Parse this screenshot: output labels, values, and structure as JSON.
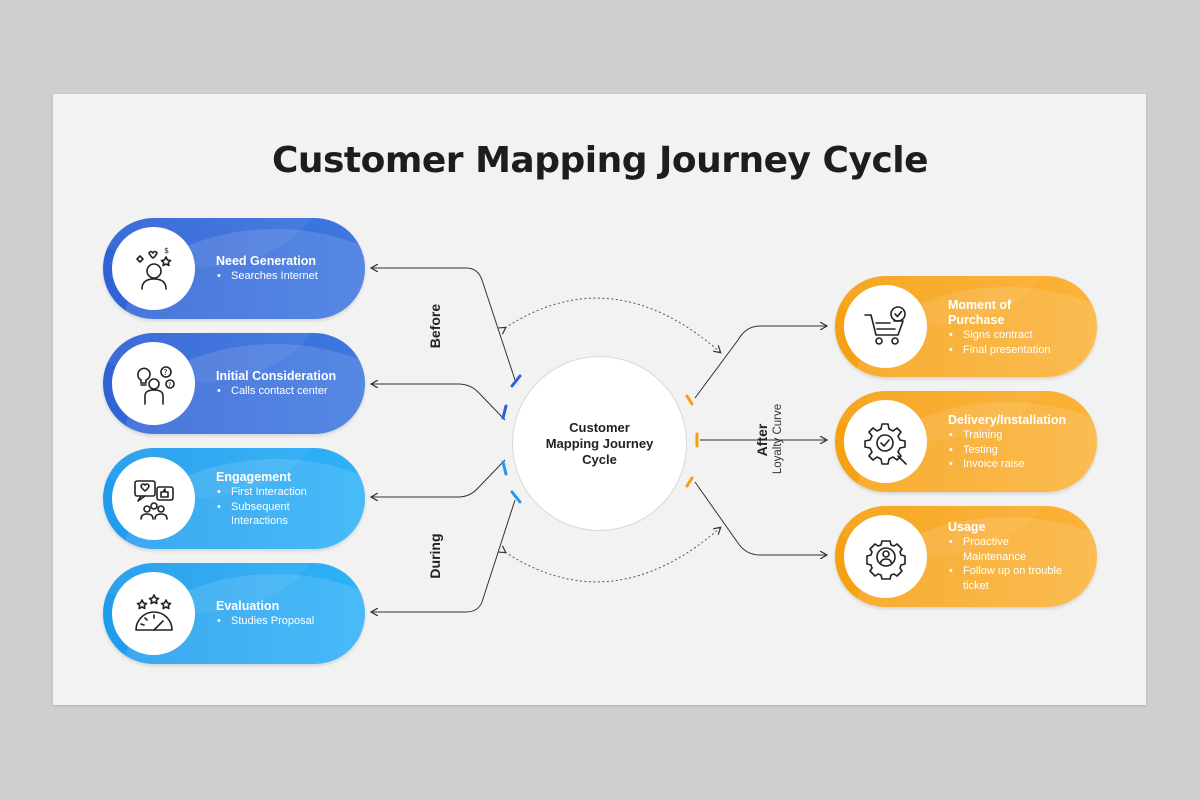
{
  "title": "Customer Mapping Journey Cycle",
  "center_label_lines": [
    "Customer",
    "Mapping Journey",
    "Cycle"
  ],
  "phase_labels": {
    "before": "Before",
    "during": "During",
    "after": "After",
    "after_sub": "Loyalty Curve"
  },
  "colors": {
    "blue_dark": "#2f62d6",
    "blue_light": "#1f9bec",
    "orange": "#f6a012",
    "connector": "#333333"
  },
  "left_stages": [
    {
      "title": "Need Generation",
      "icon": "thinking-person-icon",
      "bullets": [
        "Searches Internet"
      ]
    },
    {
      "title": "Initial Consideration",
      "icon": "idea-question-person-icon",
      "bullets": [
        "Calls contact center"
      ]
    },
    {
      "title": "Engagement",
      "icon": "social-chat-icon",
      "bullets": [
        "First Interaction",
        "Subsequent Interactions"
      ]
    },
    {
      "title": "Evaluation",
      "icon": "rating-gauge-icon",
      "bullets": [
        "Studies Proposal"
      ]
    }
  ],
  "right_stages": [
    {
      "title": "Moment of Purchase",
      "icon": "shopping-cart-check-icon",
      "bullets": [
        "Signs contract",
        "Final presentation"
      ]
    },
    {
      "title": "Delivery/Installation",
      "icon": "gear-wrench-icon",
      "bullets": [
        "Training",
        "Testing",
        "Invoice raise"
      ]
    },
    {
      "title": "Usage",
      "icon": "user-cycle-icon",
      "bullets": [
        "Proactive Maintenance",
        "Follow up on trouble ticket"
      ]
    }
  ]
}
